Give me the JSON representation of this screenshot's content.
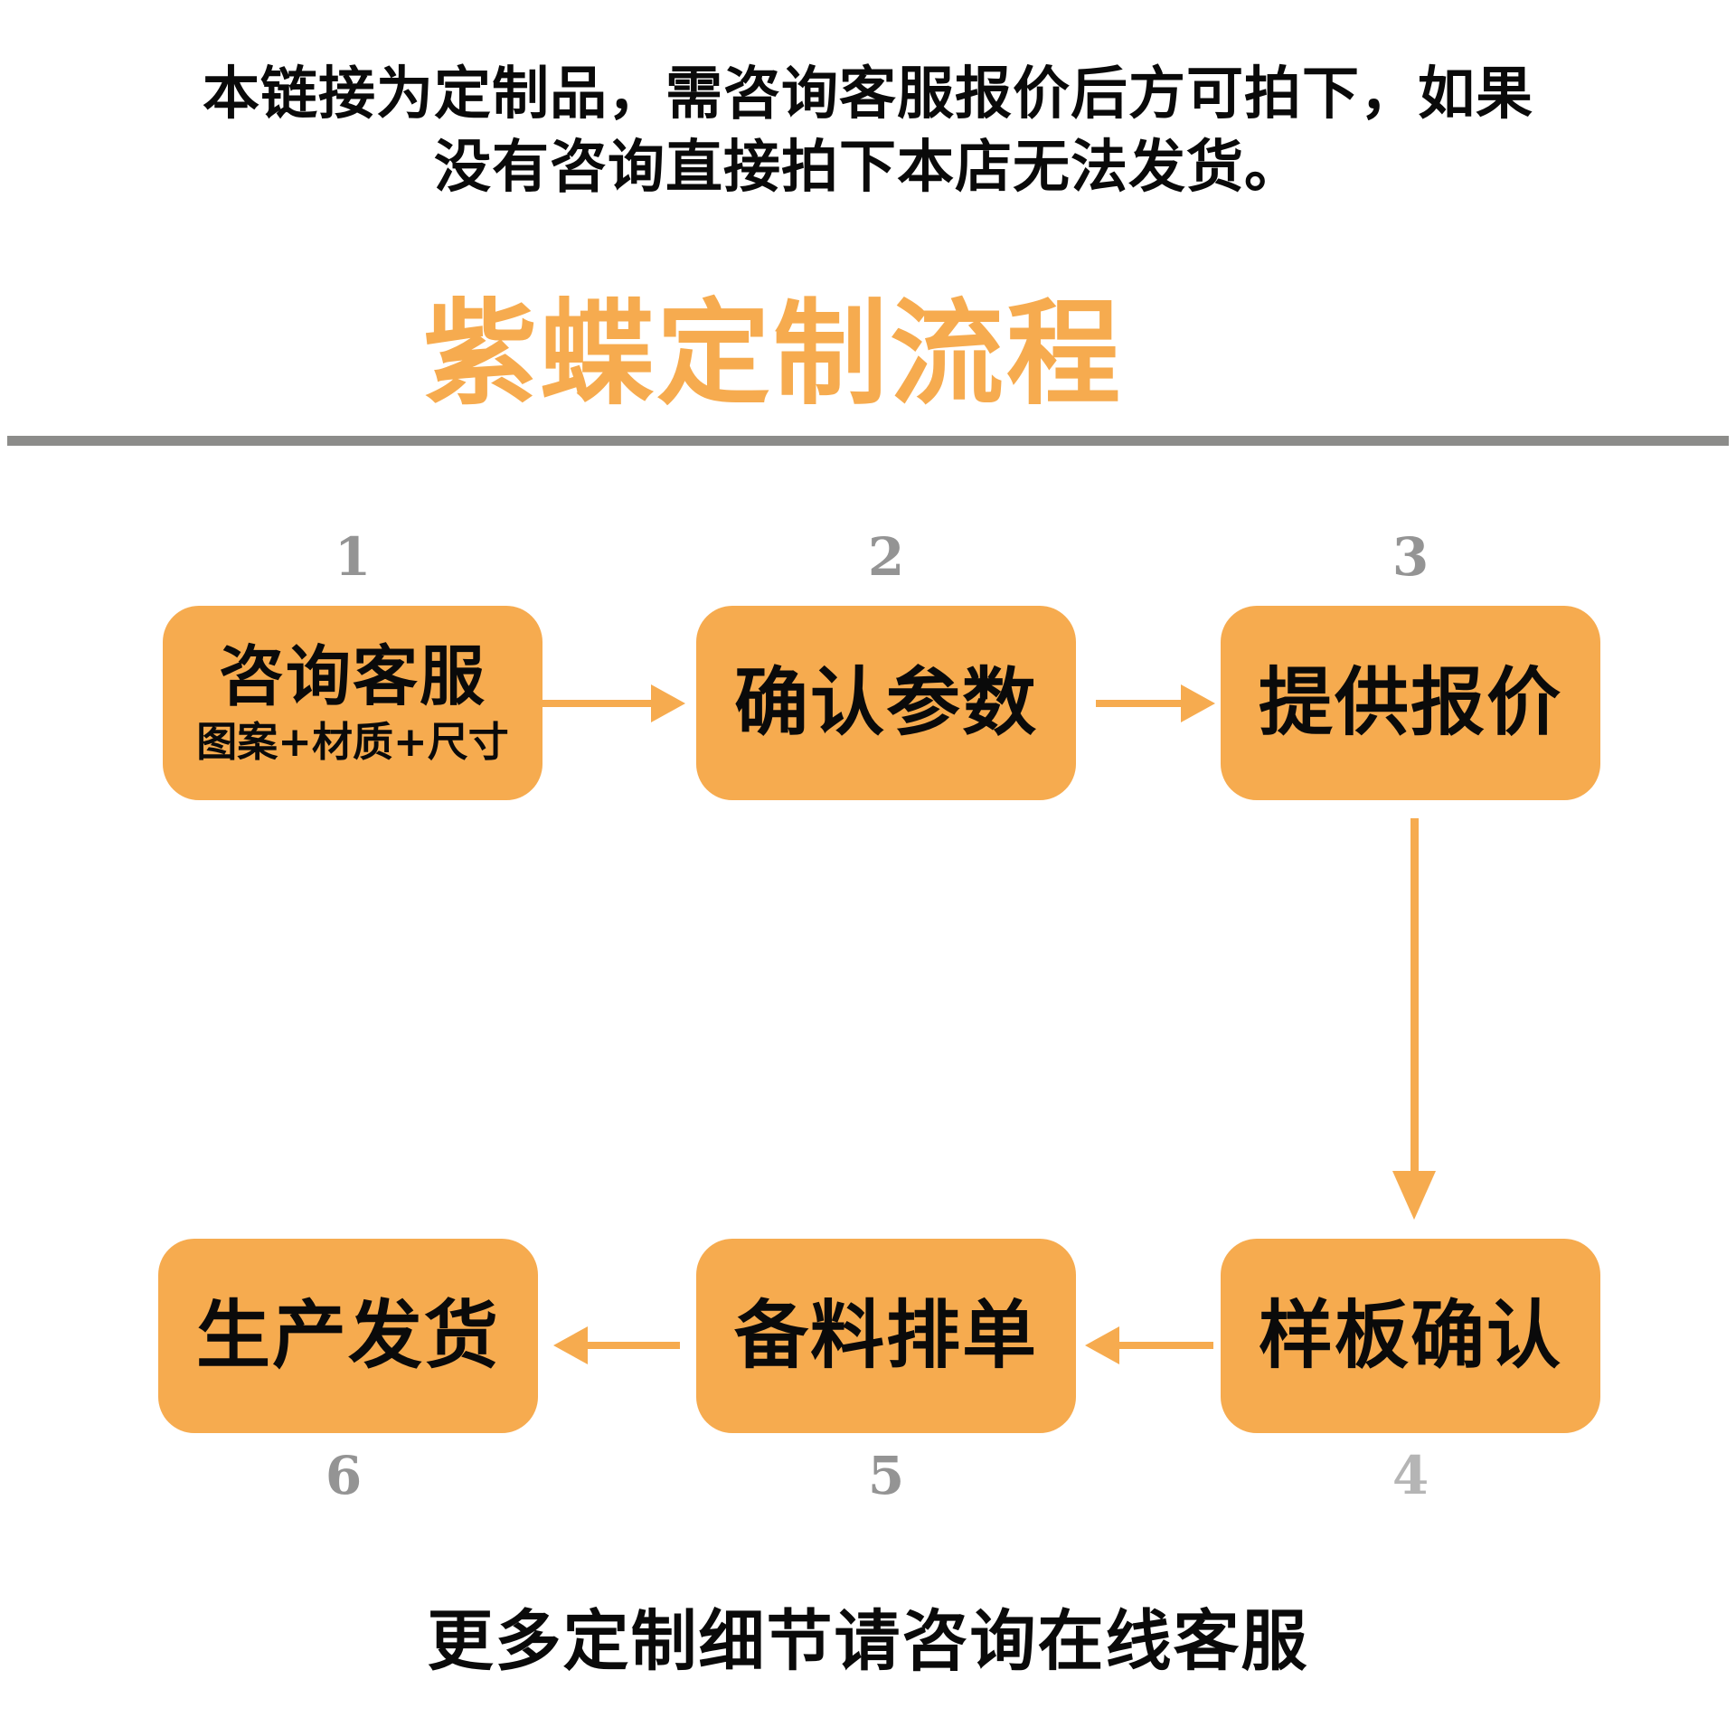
{
  "notice": {
    "line1": "本链接为定制品，需咨询客服报价后方可拍下，如果",
    "line2": "没有咨询直接拍下本店无法发货。"
  },
  "header": {
    "title": "紫蝶定制流程"
  },
  "flow": {
    "steps": [
      {
        "number": "1",
        "label": "咨询客服",
        "sublabel": "图案+材质+尺寸",
        "number_position": "above"
      },
      {
        "number": "2",
        "label": "确认参数",
        "number_position": "above"
      },
      {
        "number": "3",
        "label": "提供报价",
        "number_position": "above"
      },
      {
        "number": "4",
        "label": "样板确认",
        "number_position": "below"
      },
      {
        "number": "5",
        "label": "备料排单",
        "number_position": "below"
      },
      {
        "number": "6",
        "label": "生产发货",
        "number_position": "below"
      }
    ],
    "connectors": [
      {
        "from": "1",
        "to": "2",
        "direction": "right"
      },
      {
        "from": "2",
        "to": "3",
        "direction": "right"
      },
      {
        "from": "3",
        "to": "4",
        "direction": "down"
      },
      {
        "from": "4",
        "to": "5",
        "direction": "left"
      },
      {
        "from": "5",
        "to": "6",
        "direction": "left"
      }
    ]
  },
  "footer": {
    "text": "更多定制细节请咨询在线客服"
  },
  "colors": {
    "accent_orange": "#F6AB4F",
    "text_black": "#0A0A0A",
    "number_gray": "#949494",
    "number_gray_light": "#B5B5B5",
    "divider_gray": "#8C8C8A",
    "background": "#FFFFFF"
  }
}
